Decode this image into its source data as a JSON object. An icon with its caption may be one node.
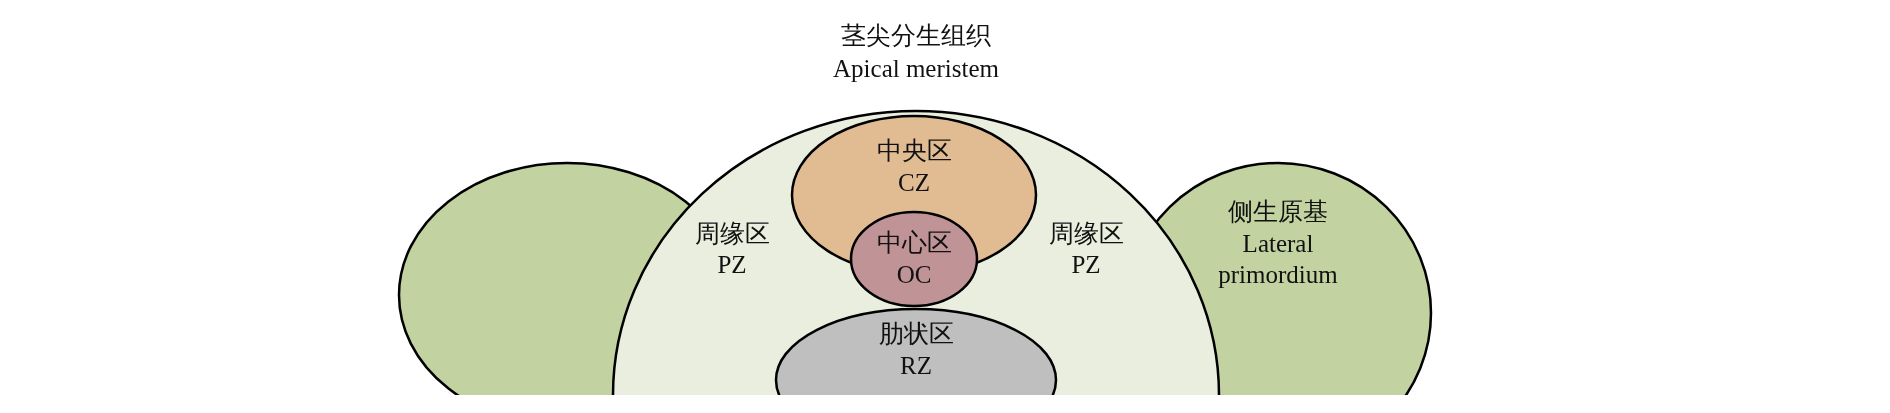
{
  "diagram": {
    "nodes": [
      {
        "text": [
          "茎尖分生组织",
          "Apical meristem",
          "周缘区",
          "PZ",
          "周缘区",
          "PZ"
        ]
      },
      {
        "text": [
          "中央区",
          "CZ"
        ],
        "in": 0
      },
      {
        "text": [
          "中心区",
          "OC"
        ],
        "in": 0
      },
      {
        "text": [
          "肋状区",
          "RZ"
        ],
        "in": 0
      },
      {
        "text": [],
        "shape": "circle"
      },
      {
        "text": [
          "侧生原基",
          "Lateral primordium"
        ]
      }
    ],
    "edges": []
  }
}
